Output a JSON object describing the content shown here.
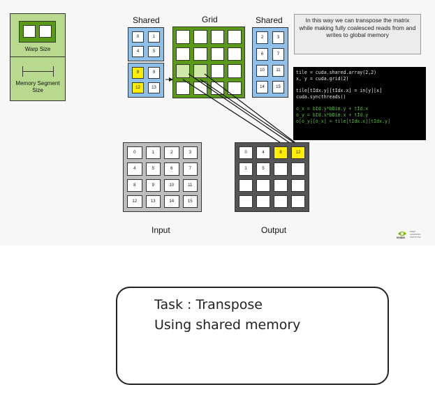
{
  "legend": {
    "warp_label": "Warp Size",
    "segment_label_1": "Memory Segment",
    "segment_label_2": "Size"
  },
  "titles": {
    "shared_left": "Shared",
    "grid": "Grid",
    "shared_right": "Shared",
    "input": "Input",
    "output": "Output"
  },
  "note": "In this way we can transpose the matrix while making fully coalesced reads from and writes to global memory",
  "shared_top_cells": [
    "0",
    "1",
    "4",
    "5"
  ],
  "shared_bottom_cells": [
    "8",
    "9",
    "12",
    "13"
  ],
  "shared_right_cells": [
    "2",
    "3",
    "6",
    "7",
    "10",
    "11",
    "14",
    "15"
  ],
  "input_cells": [
    "0",
    "1",
    "2",
    "3",
    "4",
    "5",
    "6",
    "7",
    "8",
    "9",
    "10",
    "11",
    "12",
    "13",
    "14",
    "15"
  ],
  "output_cells": [
    "0",
    "4",
    "8",
    "12",
    "1",
    "5",
    "",
    "",
    "",
    "",
    "",
    "",
    "",
    "",
    "",
    ""
  ],
  "highlighted_shared_bottom": [
    "8",
    "12"
  ],
  "highlighted_output": [
    "8",
    "12"
  ],
  "code": {
    "line1": "tile = cuda.shared.array(2,2)",
    "line2": "x, y = cuda.grid(2)",
    "line3": "tile[tIdx.y][tIdx.x] = in[y][x]",
    "line4": "cuda.syncthreads()",
    "line5": "o_x = bId.y*bDim.y + tId.x",
    "line6": "o_y = bId.x*bDim.x + tId.y",
    "line7": "o[o_y][o_x] = tile[tIdx.x][tIdx.y]"
  },
  "logo": {
    "text1": "DEEP",
    "text2": "LEARNING",
    "text3": "INSTITUTE",
    "brand": "NVIDIA"
  },
  "task": {
    "line1": "Task : Transpose",
    "line2": "Using shared memory"
  },
  "colors": {
    "shared_blue": "#8fc0ea",
    "grid_green": "#5a9a16",
    "light_green_cell": "#cfe8a6",
    "highlight_yellow": "#ffee00",
    "input_gray": "#bdbdbd",
    "output_dark": "#555555",
    "code_green": "#5cc23a"
  }
}
